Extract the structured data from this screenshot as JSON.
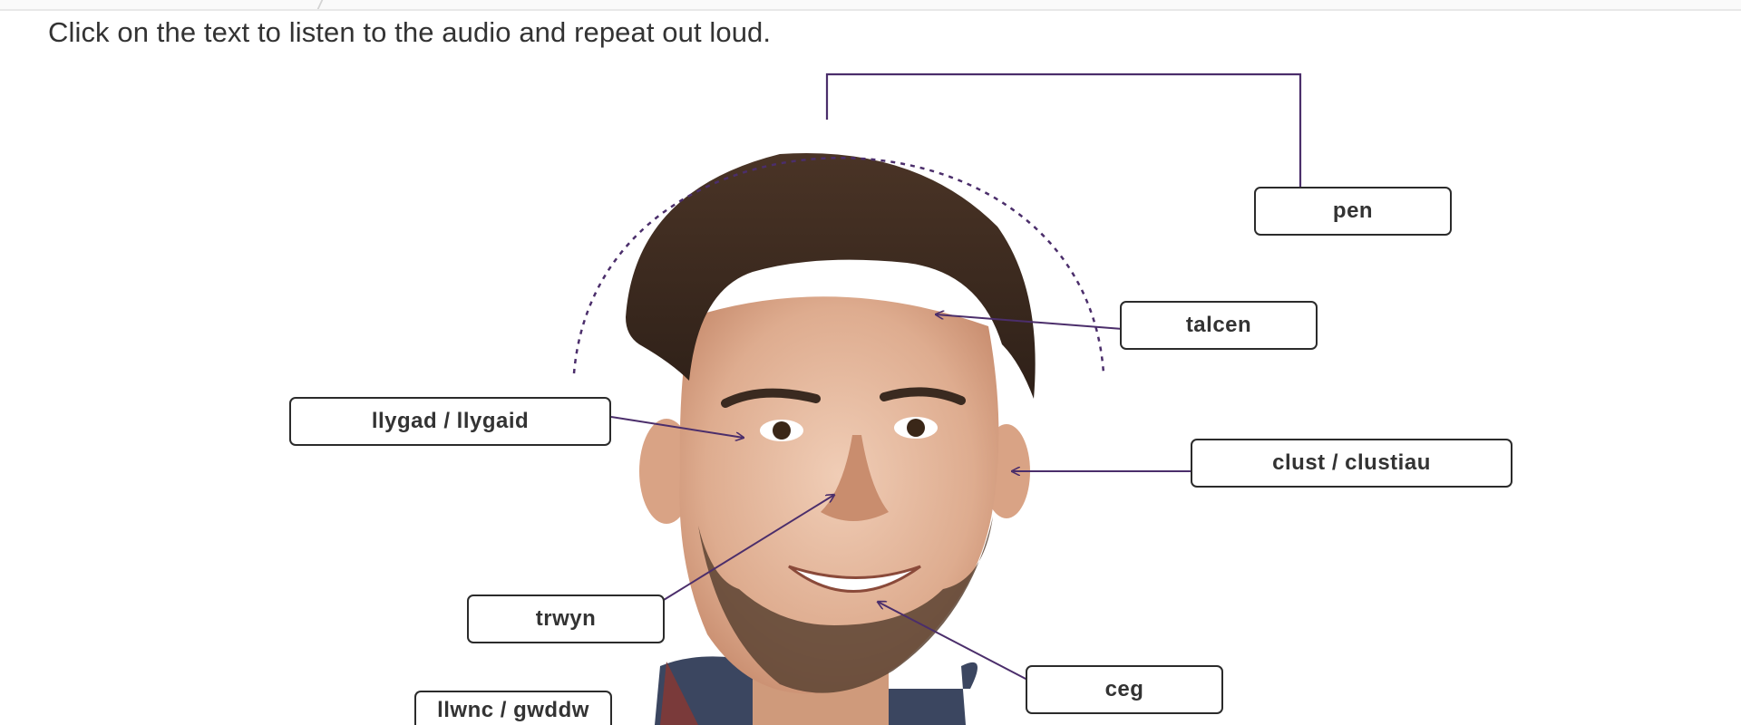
{
  "instruction": "Click on the text to listen to the audio and repeat out loud.",
  "labels": {
    "pen": "pen",
    "talcen": "talcen",
    "llygad": "llygad / llygaid",
    "clust": "clust / clustiau",
    "trwyn": "trwyn",
    "ceg": "ceg",
    "llwnc": "llwnc / gwddw"
  },
  "colors": {
    "pointer": "#4b2e6b",
    "label_border": "#2b2b2b",
    "text": "#333333"
  }
}
